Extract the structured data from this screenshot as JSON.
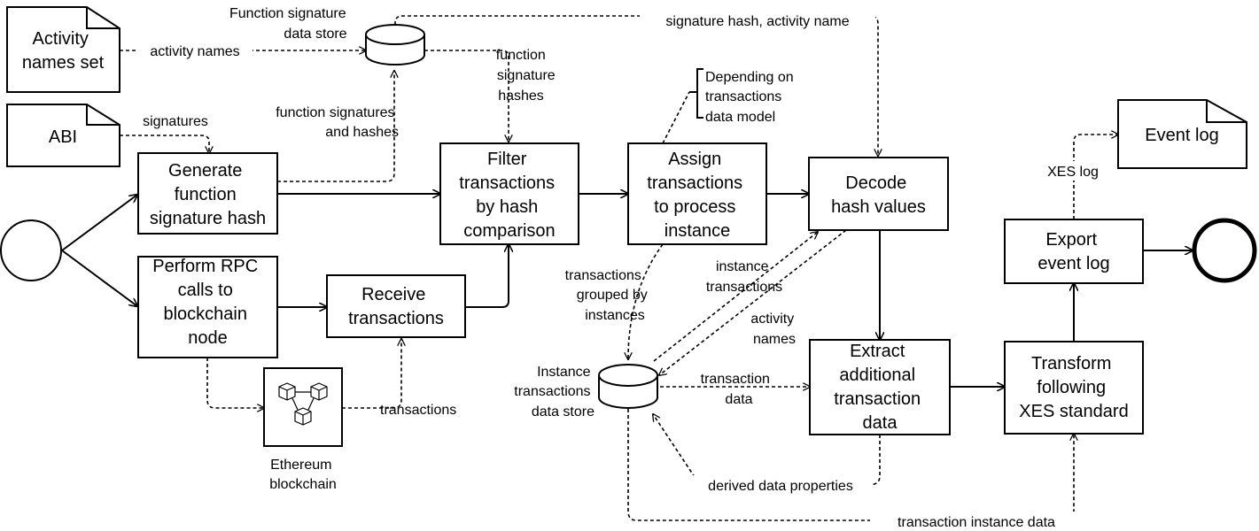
{
  "boxes": {
    "generate": [
      "Generate",
      "function",
      "signature hash"
    ],
    "rpc": [
      "Perform RPC",
      "calls to",
      "blockchain",
      "node"
    ],
    "receive": [
      "Receive",
      "transactions"
    ],
    "filter": [
      "Filter",
      "transactions",
      "by hash",
      "comparison"
    ],
    "assign": [
      "Assign",
      "transactions",
      "to process",
      "instance"
    ],
    "decode": [
      "Decode",
      "hash values"
    ],
    "extract": [
      "Extract",
      "additional",
      "transaction",
      "data"
    ],
    "transform": [
      "Transform",
      "following",
      "XES standard"
    ],
    "export": [
      "Export",
      "event log"
    ]
  },
  "documents": {
    "activity_names_set": [
      "Activity",
      "names set"
    ],
    "abi": [
      "ABI"
    ],
    "event_log": [
      "Event log"
    ]
  },
  "stores": {
    "function_signature": [
      "Function signature",
      "data store"
    ],
    "instance_transactions": [
      "Instance",
      "transactions",
      "data store"
    ]
  },
  "ethereum": [
    "Ethereum",
    "blockchain"
  ],
  "annotation": [
    "Depending on",
    "transactions",
    "data model"
  ],
  "labels": {
    "activity_names": [
      "activity names"
    ],
    "signatures": [
      "signatures"
    ],
    "function_signatures_and_hashes": [
      "function signatures",
      "and hashes"
    ],
    "function_signature_hashes": [
      "function",
      "signature",
      "hashes"
    ],
    "signature_hash_activity_name": [
      "signature hash, activity name"
    ],
    "transactions": [
      "transactions"
    ],
    "transactions_grouped": [
      "transactions",
      "grouped by",
      "instances"
    ],
    "instance_transactions": [
      "instance",
      "transactions"
    ],
    "activity_names_2": [
      "activity",
      "names"
    ],
    "transaction_data": [
      "transaction",
      "data"
    ],
    "derived_data_properties": [
      "derived data properties"
    ],
    "transaction_instance_data": [
      "transaction instance data"
    ],
    "xes_log": [
      "XES log"
    ]
  }
}
